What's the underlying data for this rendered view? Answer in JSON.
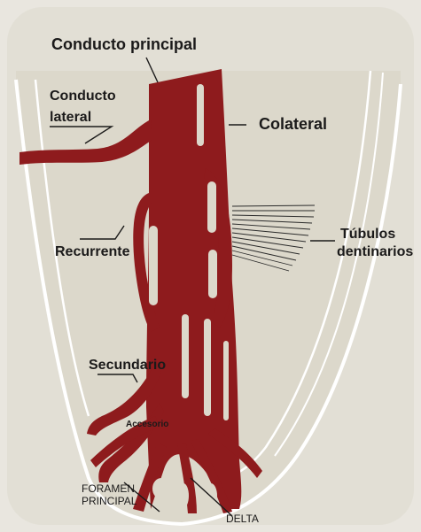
{
  "labels": {
    "main_canal": "Conducto principal",
    "lateral_line1": "Conducto",
    "lateral_line2": "lateral",
    "collateral": "Colateral",
    "recurrent": "Recurrente",
    "tubules_line1": "Túbulos",
    "tubules_line2": "dentinarios",
    "secondary": "Secundario",
    "accessory": "Accesorio",
    "foramen_line1": "FORAMEN",
    "foramen_line2": "PRINCIPAL",
    "delta": "DELTA"
  },
  "colors": {
    "canal": "#8e1b1d",
    "canal_highlight": "#a52a2a",
    "dentin": "#dcd8cb",
    "root_outline": "#ffffff",
    "background": "#e9e6df",
    "text": "#1b1a1a"
  }
}
